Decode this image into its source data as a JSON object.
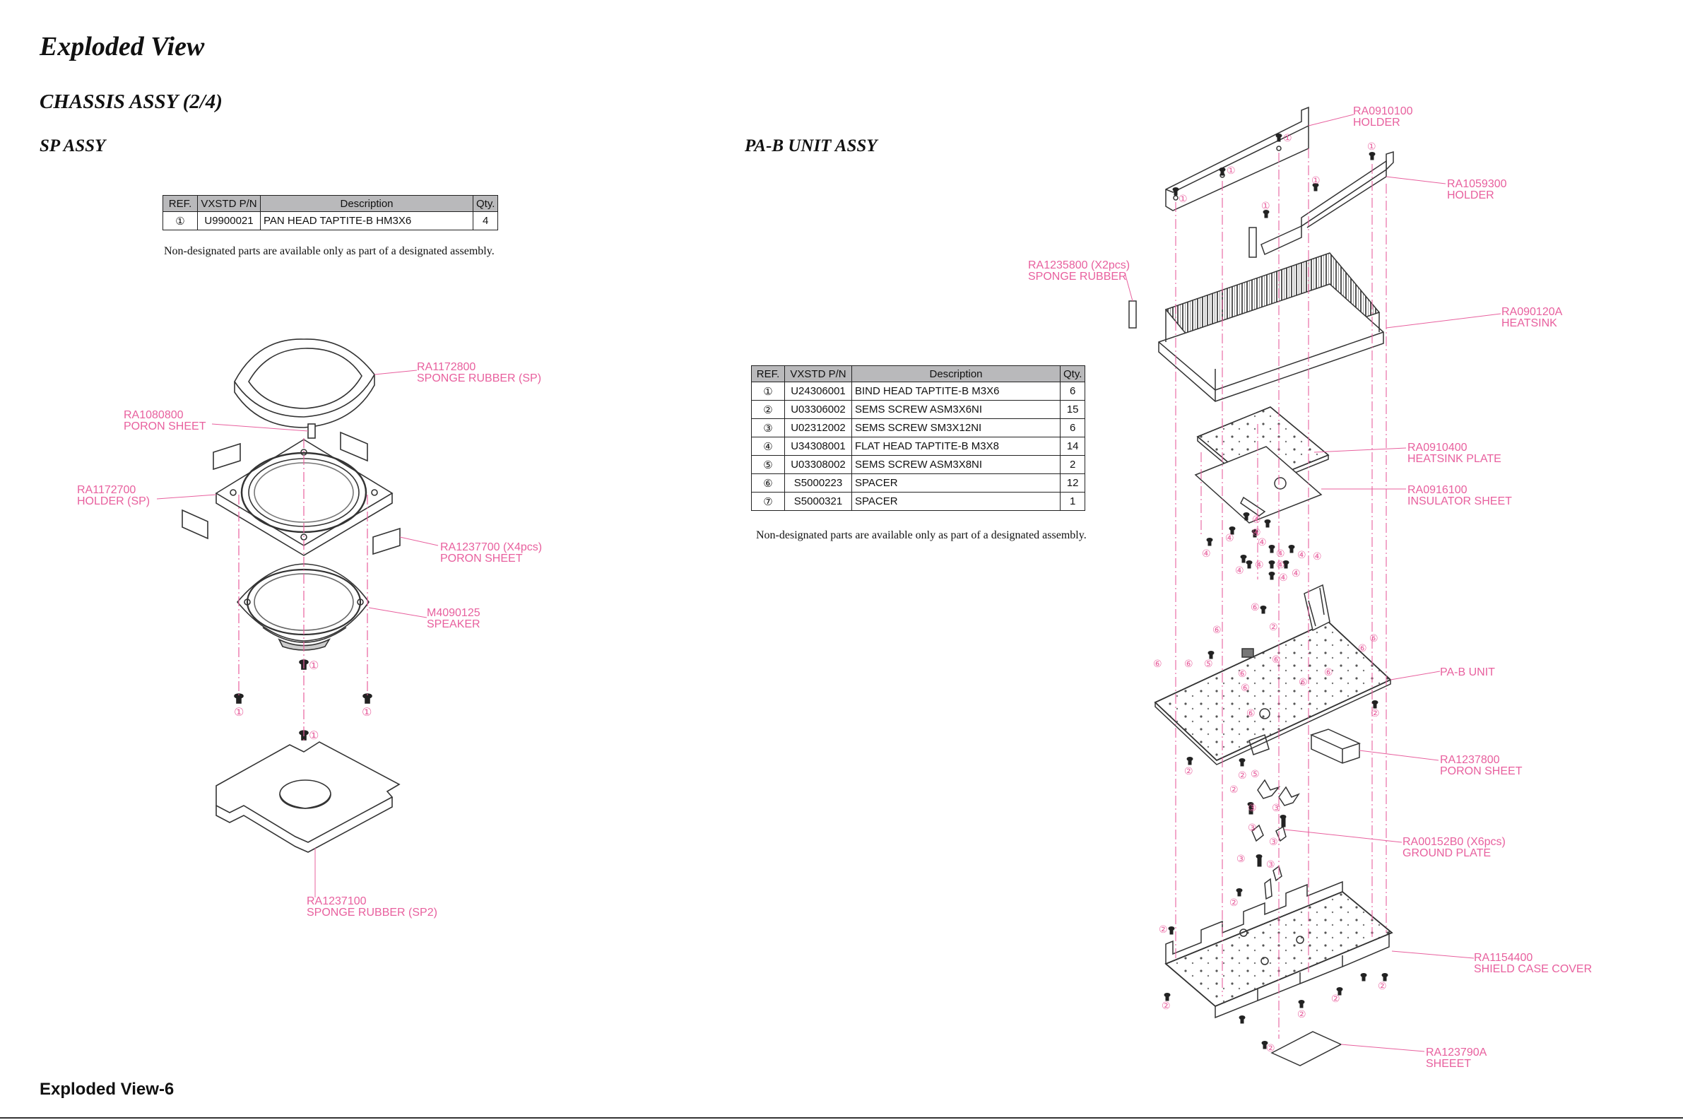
{
  "page_title": "Exploded View",
  "section_title": "CHASSIS ASSY (2/4)",
  "sp_assy": {
    "title": "SP ASSY",
    "table": {
      "headers": [
        "REF.",
        "VXSTD P/N",
        "Description",
        "Qty."
      ],
      "rows": [
        [
          "①",
          "U9900021",
          "PAN HEAD TAPTITE-B HM3X6",
          "4"
        ]
      ]
    },
    "note": "Non-designated parts are available only as part of a designated assembly.",
    "callouts": [
      {
        "pn": "RA1172800",
        "name": "SPONGE RUBBER (SP)"
      },
      {
        "pn": "RA1080800",
        "name": "PORON SHEET"
      },
      {
        "pn": "RA1172700",
        "name": "HOLDER (SP)"
      },
      {
        "pn": "RA1237700  (X4pcs)",
        "name": "PORON SHEET"
      },
      {
        "pn": "M4090125",
        "name": "SPEAKER"
      },
      {
        "pn": "RA1237100",
        "name": "SPONGE RUBBER (SP2)"
      }
    ]
  },
  "pab_assy": {
    "title": "PA-B UNIT ASSY",
    "table": {
      "headers": [
        "REF.",
        "VXSTD P/N",
        "Description",
        "Qty."
      ],
      "rows": [
        [
          "①",
          "U24306001",
          "BIND HEAD TAPTITE-B M3X6",
          "6"
        ],
        [
          "②",
          "U03306002",
          "SEMS SCREW ASM3X6NI",
          "15"
        ],
        [
          "③",
          "U02312002",
          "SEMS SCREW SM3X12NI",
          "6"
        ],
        [
          "④",
          "U34308001",
          "FLAT HEAD TAPTITE-B M3X8",
          "14"
        ],
        [
          "⑤",
          "U03308002",
          "SEMS SCREW ASM3X8NI",
          "2"
        ],
        [
          "⑥",
          "S5000223",
          "SPACER",
          "12"
        ],
        [
          "⑦",
          "S5000321",
          "SPACER",
          "1"
        ]
      ]
    },
    "note": "Non-designated parts are available only as part of a designated assembly.",
    "callouts": [
      {
        "pn": "RA0910100",
        "name": "HOLDER"
      },
      {
        "pn": "RA1059300",
        "name": "HOLDER"
      },
      {
        "pn": "RA1235800 (X2pcs)",
        "name": "SPONGE RUBBER"
      },
      {
        "pn": "RA090120A",
        "name": "HEATSINK"
      },
      {
        "pn": "RA0910400",
        "name": "HEATSINK PLATE"
      },
      {
        "pn": "RA0916100",
        "name": "INSULATOR SHEET"
      },
      {
        "pn": "",
        "name": "PA-B UNIT"
      },
      {
        "pn": "RA1237800",
        "name": "PORON SHEET"
      },
      {
        "pn": "RA00152B0 (X6pcs)",
        "name": "GROUND PLATE"
      },
      {
        "pn": "RA1154400",
        "name": "SHIELD CASE COVER"
      },
      {
        "pn": "RA123790A",
        "name": "SHEEET"
      }
    ]
  },
  "ref_marks": [
    "①",
    "②",
    "③",
    "④",
    "⑤",
    "⑥"
  ],
  "footer": "Exploded View-6",
  "colors": {
    "callout": "#e8609e",
    "text": "#111111",
    "table_header": "#b9b9bb"
  }
}
